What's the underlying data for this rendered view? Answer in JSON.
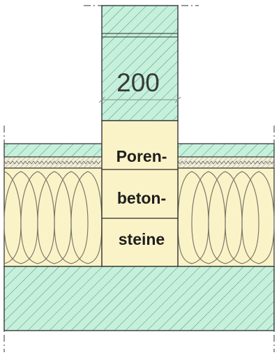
{
  "dimension": {
    "value": "200"
  },
  "wall_label": {
    "line1": "Poren-",
    "line2": "beton-",
    "line3": "steine"
  },
  "colors": {
    "concrete_fill": "#c6f0dc",
    "concrete_hatch": "#3f9a72",
    "insulation_fill": "#fbf3c8",
    "insulation_line": "#7a7a6a",
    "masonry_fill": "#fbf3c8",
    "outline": "#2a2a2a",
    "dim_line": "#8a8a8a"
  },
  "icons": [
    "concrete-hatch",
    "insulation-zigzag",
    "insulation-loops",
    "break-line"
  ]
}
